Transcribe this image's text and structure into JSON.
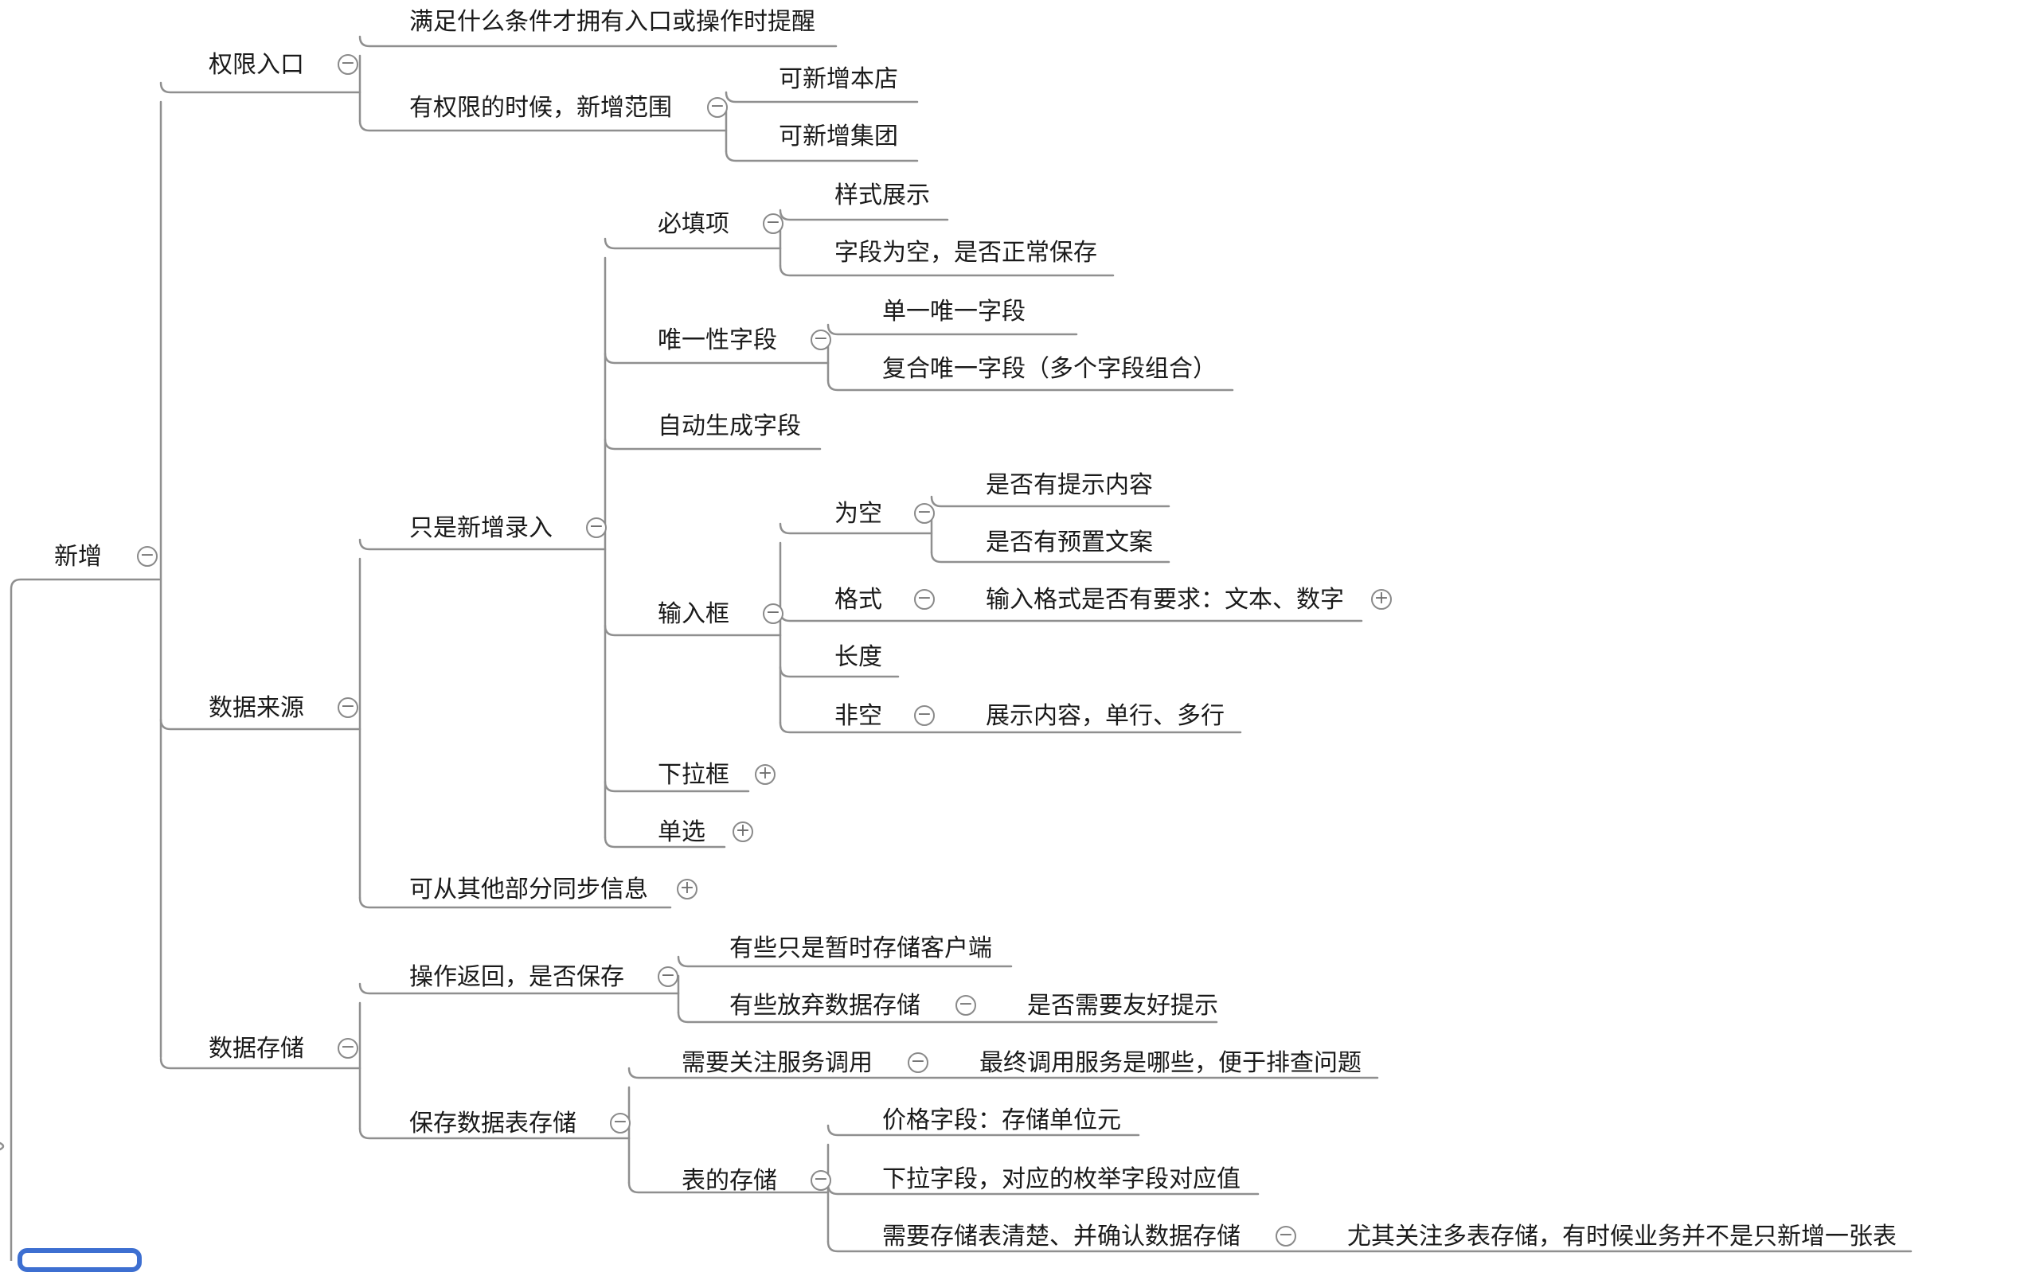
{
  "mindmap": {
    "root": "新增",
    "nodes": {
      "quanxian": "权限入口",
      "shujulaiyuan": "数据来源",
      "shujucunchu": "数据存储",
      "manzu": "满足什么条件才拥有入口或操作时提醒",
      "youquanxian": "有权限的时候，新增范围",
      "bendian": "可新增本店",
      "jituan": "可新增集团",
      "zhishi": "只是新增录入",
      "kecong": "可从其他部分同步信息",
      "bitian": "必填项",
      "yangshi": "样式展示",
      "ziduanweikong": "字段为空，是否正常保存",
      "weiyi": "唯一性字段",
      "danwei": "单一唯一字段",
      "fuhe": "复合唯一字段（多个字段组合）",
      "zidong": "自动生成字段",
      "shurukuang": "输入框",
      "weikong": "为空",
      "tishi": "是否有提示内容",
      "yuzhi": "是否有预置文案",
      "geshi": "格式",
      "geshiyaoqiu": "输入格式是否有要求：文本、数字",
      "changdu": "长度",
      "feikong": "非空",
      "zhanshi": "展示内容，单行、多行",
      "xiala": "下拉框",
      "danxuan": "单选",
      "caozuo": "操作返回，是否保存",
      "zanshi": "有些只是暂时存储客户端",
      "fangqi": "有些放弃数据存储",
      "youhao": "是否需要友好提示",
      "baocun": "保存数据表存储",
      "fuwu": "需要关注服务调用",
      "zuizhong": "最终调用服务是哪些，便于排查问题",
      "biao": "表的存储",
      "jiage": "价格字段：存储单位元",
      "xialaziduan": "下拉字段，对应的枚举字段对应值",
      "qingchu": "需要存储表清楚、并确认数据存储",
      "youqi": "尤其关注多表存储，有时候业务并不是只新增一张表"
    },
    "toggle_glyphs": {
      "collapse": "−",
      "expand": "+"
    }
  },
  "colors": {
    "line": "#8f8f8f",
    "text": "#1a1a1a",
    "toggle_border": "#8a8a8a",
    "selection": "#3d6fd1"
  }
}
